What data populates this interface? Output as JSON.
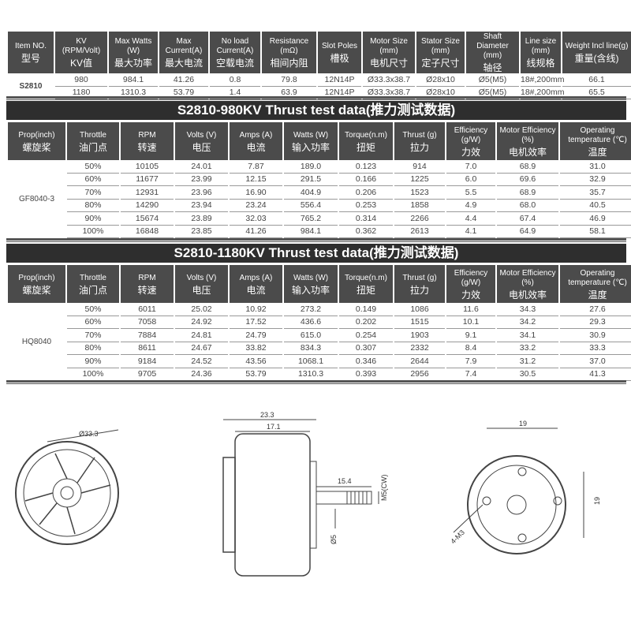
{
  "specs": {
    "headers": [
      [
        "Item NO.",
        "型号"
      ],
      [
        "KV (RPM/Volt)",
        "KV值"
      ],
      [
        "Max Watts (W)",
        "最大功率"
      ],
      [
        "Max Current(A)",
        "最大电流"
      ],
      [
        "No load Current(A)",
        "空载电流"
      ],
      [
        "Resistance (mΩ)",
        "相间内阻"
      ],
      [
        "Slot Poles",
        "槽极"
      ],
      [
        "Motor Size (mm)",
        "电机尺寸"
      ],
      [
        "Stator Size (mm)",
        "定子尺寸"
      ],
      [
        "Shaft Diameter (mm)",
        "轴径"
      ],
      [
        "Line size (mm)",
        "线规格"
      ],
      [
        "Weight Incl line(g)",
        "重量(含线)"
      ]
    ],
    "item": "S2810",
    "rows": [
      [
        "980",
        "984.1",
        "41.26",
        "0.8",
        "79.8",
        "12N14P",
        "Ø33.3x38.7",
        "Ø28x10",
        "Ø5(M5)",
        "18#,200mm",
        "66.1"
      ],
      [
        "1180",
        "1310.3",
        "53.79",
        "1.4",
        "63.9",
        "12N14P",
        "Ø33.3x38.7",
        "Ø28x10",
        "Ø5(M5)",
        "18#,200mm",
        "65.5"
      ]
    ]
  },
  "test_headers": [
    [
      "Prop(inch)",
      "螺旋桨"
    ],
    [
      "Throttle",
      "油门点"
    ],
    [
      "RPM",
      "转速"
    ],
    [
      "Volts (V)",
      "电压"
    ],
    [
      "Amps (A)",
      "电流"
    ],
    [
      "Watts (W)",
      "输入功率"
    ],
    [
      "Torque(n.m)",
      "扭矩"
    ],
    [
      "Thrust (g)",
      "拉力"
    ],
    [
      "Efficiency (g/W)",
      "力效"
    ],
    [
      "Motor Efficiency (%)",
      "电机效率"
    ],
    [
      "Operating temperature (℃)",
      "温度"
    ]
  ],
  "tests": [
    {
      "title": "S2810-980KV Thrust test data(推力测试数据)",
      "prop": "GF8040-3",
      "rows": [
        [
          "50%",
          "10105",
          "24.01",
          "7.87",
          "189.0",
          "0.123",
          "914",
          "7.0",
          "68.9",
          "31.0"
        ],
        [
          "60%",
          "11677",
          "23.99",
          "12.15",
          "291.5",
          "0.166",
          "1225",
          "6.0",
          "69.6",
          "32.9"
        ],
        [
          "70%",
          "12931",
          "23.96",
          "16.90",
          "404.9",
          "0.206",
          "1523",
          "5.5",
          "68.9",
          "35.7"
        ],
        [
          "80%",
          "14290",
          "23.94",
          "23.24",
          "556.4",
          "0.253",
          "1858",
          "4.9",
          "68.0",
          "40.5"
        ],
        [
          "90%",
          "15674",
          "23.89",
          "32.03",
          "765.2",
          "0.314",
          "2266",
          "4.4",
          "67.4",
          "46.9"
        ],
        [
          "100%",
          "16848",
          "23.85",
          "41.26",
          "984.1",
          "0.362",
          "2613",
          "4.1",
          "64.9",
          "58.1"
        ]
      ]
    },
    {
      "title": "S2810-1180KV Thrust test data(推力测试数据)",
      "prop": "HQ8040",
      "rows": [
        [
          "50%",
          "6011",
          "25.02",
          "10.92",
          "273.2",
          "0.149",
          "1086",
          "11.6",
          "34.3",
          "27.6"
        ],
        [
          "60%",
          "7058",
          "24.92",
          "17.52",
          "436.6",
          "0.202",
          "1515",
          "10.1",
          "34.2",
          "29.3"
        ],
        [
          "70%",
          "7884",
          "24.81",
          "24.79",
          "615.0",
          "0.254",
          "1903",
          "9.1",
          "34.1",
          "30.9"
        ],
        [
          "80%",
          "8611",
          "24.67",
          "33.82",
          "834.3",
          "0.307",
          "2332",
          "8.4",
          "33.2",
          "33.3"
        ],
        [
          "90%",
          "9184",
          "24.52",
          "43.56",
          "1068.1",
          "0.346",
          "2644",
          "7.9",
          "31.2",
          "37.0"
        ],
        [
          "100%",
          "9705",
          "24.36",
          "53.79",
          "1310.3",
          "0.393",
          "2956",
          "7.4",
          "30.5",
          "41.3"
        ]
      ]
    }
  ],
  "drawing": {
    "front_dia": "Ø33.3",
    "side_total": "23.3",
    "side_body": "17.1",
    "shaft_len": "15.4",
    "thread": "M5(CW)",
    "shaft_dia": "Ø5",
    "hole_x": "19",
    "hole_y": "19",
    "holes": "4-M3"
  }
}
